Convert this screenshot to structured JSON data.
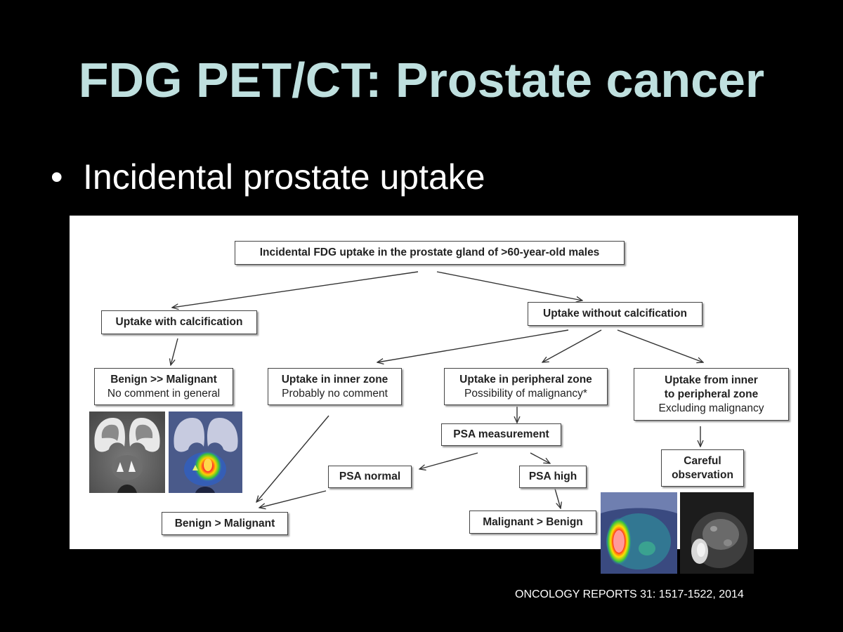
{
  "slide": {
    "title": "FDG PET/CT: Prostate cancer",
    "bullet_marker": "•",
    "bullet": "Incidental prostate uptake",
    "source": "ONCOLOGY REPORTS 31: 1517-1522, 2014"
  },
  "flowchart": {
    "root": "Incidental FDG uptake in the prostate gland of >60-year-old males",
    "with_calc": "Uptake with calcification",
    "without_calc": "Uptake without calcification",
    "benign_mm": {
      "bold": "Benign >> Malignant",
      "sub": "No comment in general"
    },
    "inner": {
      "bold": "Uptake in inner zone",
      "sub": "Probably no comment"
    },
    "peripheral": {
      "bold": "Uptake in peripheral zone",
      "sub": "Possibility of malignancy*"
    },
    "inner_to_peripheral": {
      "bold1": "Uptake from inner",
      "bold2": "to peripheral zone",
      "sub": "Excluding malignancy"
    },
    "psa_measurement": "PSA measurement",
    "psa_normal": "PSA normal",
    "psa_high": "PSA high",
    "careful": {
      "line1": "Careful",
      "line2": "observation"
    },
    "benign_m": "Benign > Malignant",
    "malignant_b": "Malignant > Benign"
  }
}
